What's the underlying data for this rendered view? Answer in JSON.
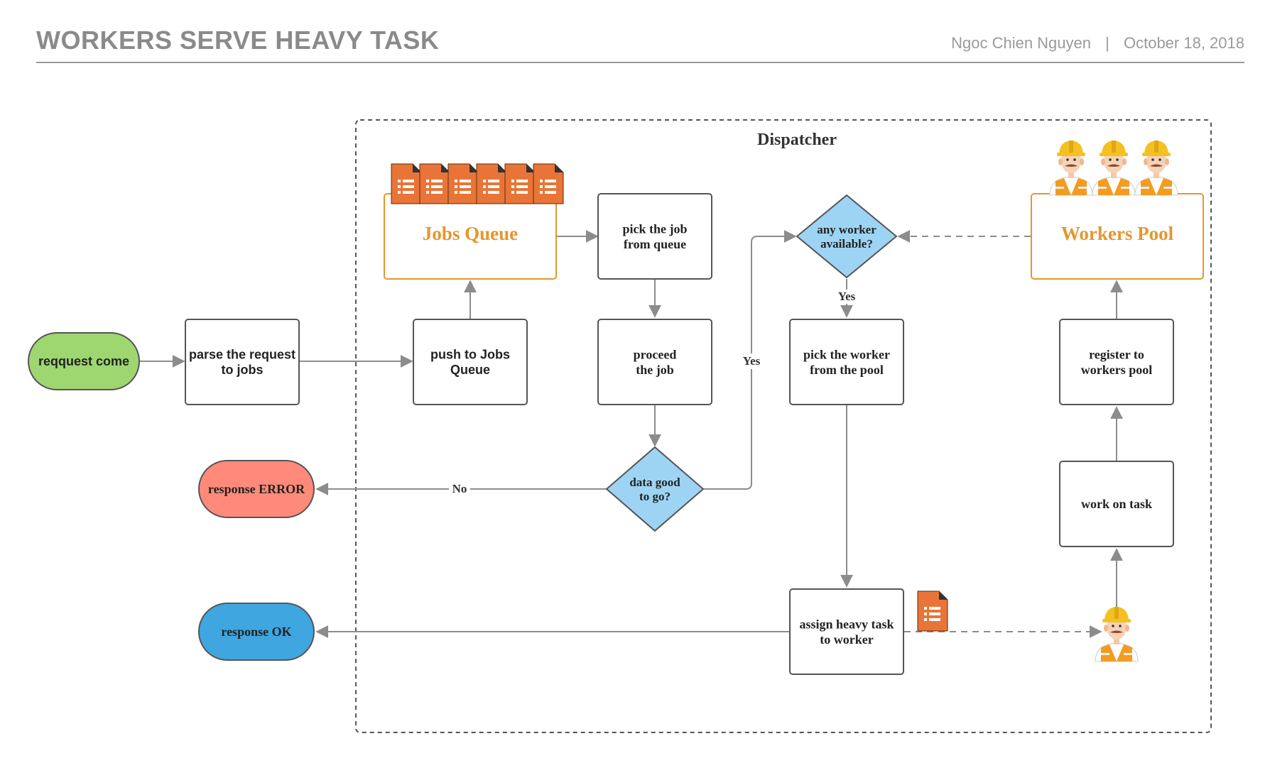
{
  "header": {
    "title": "WORKERS SERVE HEAVY TASK",
    "author": "Ngoc Chien Nguyen",
    "separator": "|",
    "date": "October 18, 2018"
  },
  "dispatcher": {
    "label": "Dispatcher"
  },
  "nodes": {
    "request": "reqquest come",
    "parse": "parse the request\nto jobs",
    "push": "push to Jobs\nQueue",
    "jobs_queue": "Jobs Queue",
    "pick_job": "pick the job\nfrom queue",
    "proceed": "proceed\nthe job",
    "data_good": "data good\nto go?",
    "any_worker": "any worker\navailable?",
    "pick_worker": "pick the worker\nfrom the pool",
    "workers_pool": "Workers Pool",
    "register": "register to\nworkers pool",
    "work": "work on task",
    "assign": "assign heavy task\nto worker",
    "error": "response ERROR",
    "ok": "response OK"
  },
  "edge_labels": {
    "no": "No",
    "yes_data": "Yes",
    "yes_worker": "Yes"
  },
  "colors": {
    "start": "#9ed670",
    "error": "#ff8a7a",
    "ok": "#3fa6e0",
    "decision": "#9dd4f3",
    "queue_border": "#e6962d",
    "queue_text": "#e6962d",
    "doc": "#e87537",
    "helmet": "#f5c021",
    "vest": "#f39c1f",
    "line": "#8c8c8c",
    "box_border": "#555555"
  },
  "icons": {
    "doc": "document-list-icon",
    "worker": "construction-worker-icon"
  }
}
